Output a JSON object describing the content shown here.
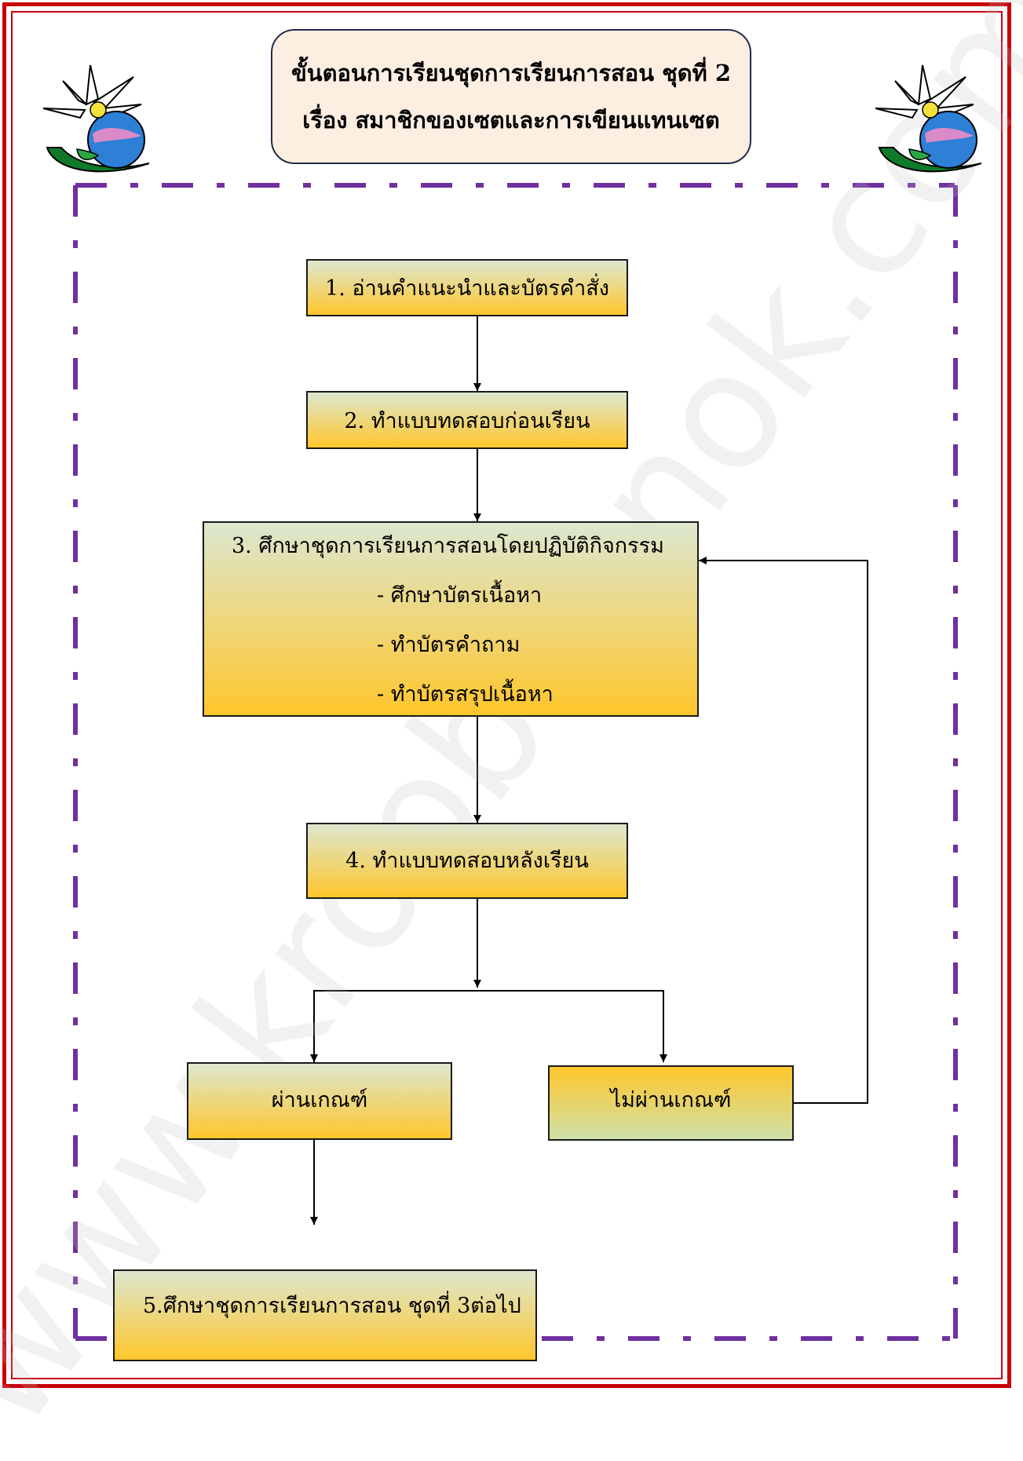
{
  "title": {
    "line1": "ขั้นตอนการเรียนชุดการเรียนการสอน ชุดที่ 2",
    "line2": "เรื่อง  สมาชิกของเซตและการเขียนแทนเซต"
  },
  "steps": {
    "step1": "1.  อ่านคำแนะนำและบัตรคำสั่ง",
    "step2": "2.  ทำแบบทดสอบก่อนเรียน",
    "step3": {
      "main": "3.  ศึกษาชุดการเรียนการสอนโดยปฏิบัติกิจกรรม",
      "subs": [
        "- ศึกษาบัตรเนื้อหา",
        "- ทำบัตรคำถาม",
        "- ทำบัตรสรุปเนื้อหา"
      ]
    },
    "step4": "4. ทำแบบทดสอบหลังเรียน",
    "pass": "ผ่านเกณฑ์",
    "fail": "ไม่ผ่านเกณฑ์",
    "step5": "5.ศึกษาชุดการเรียนการสอน ชุดที่ 3ต่อไป"
  },
  "watermark": "www.kroobannok.com",
  "colors": {
    "frame_red": "#c8000a",
    "dash_purple": "#7030a0",
    "box_yellow": "#ffc62c",
    "box_green": "#dce7cf",
    "title_bg": "#fdeee2"
  }
}
